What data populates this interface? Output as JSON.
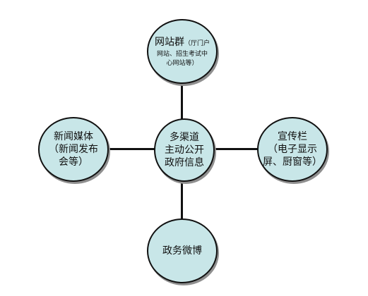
{
  "center": {
    "lines": [
      "多渠道",
      "主动公开",
      "政府信息"
    ]
  },
  "top": {
    "title": "网站群",
    "detail_lines": [
      "（厅门户",
      "网站、招生考试中",
      "心网站等）"
    ]
  },
  "left": {
    "lines": [
      "新闻媒体",
      "（新闻发布",
      "会等）"
    ]
  },
  "right": {
    "lines": [
      "宣传栏",
      "（电子显示",
      "屏、厨窗等）"
    ]
  },
  "bottom": {
    "lines": [
      "政务微博"
    ]
  },
  "colors": {
    "node_fill": "#c8e6e8",
    "stroke": "#111111",
    "shadow": "#8f8f8f"
  }
}
